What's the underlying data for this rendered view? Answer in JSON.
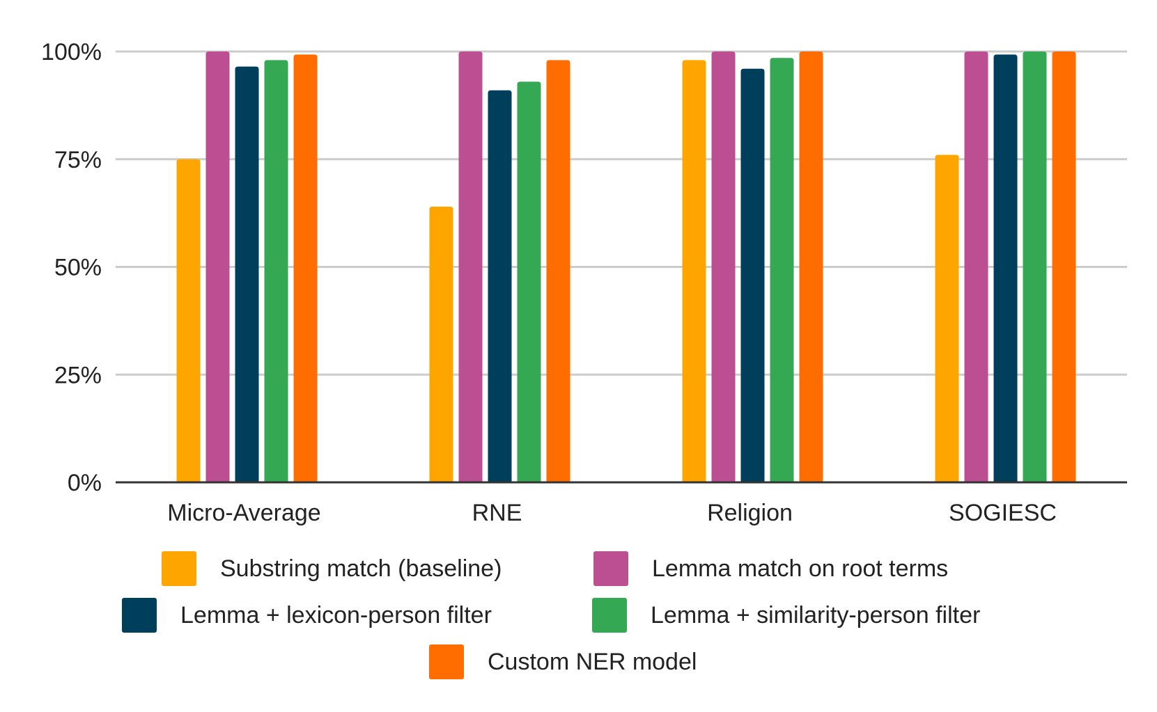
{
  "chart_data": {
    "type": "bar",
    "categories": [
      "Micro-Average",
      "RNE",
      "Religion",
      "SOGIESC"
    ],
    "series": [
      {
        "name": "Substring match (baseline)",
        "color": "#FFA500",
        "values": [
          75,
          64,
          98,
          76
        ]
      },
      {
        "name": "Lemma match on root terms",
        "color": "#BC4F92",
        "values": [
          100,
          100,
          100,
          100
        ]
      },
      {
        "name": "Lemma + lexicon-person filter",
        "color": "#003F5C",
        "values": [
          96.5,
          91,
          96,
          99.3
        ]
      },
      {
        "name": "Lemma + similarity-person filter",
        "color": "#35A853",
        "values": [
          98,
          93,
          98.5,
          100
        ]
      },
      {
        "name": "Custom NER model",
        "color": "#FF6D00",
        "values": [
          99.3,
          98,
          100,
          100
        ]
      }
    ],
    "yticks": [
      "0%",
      "25%",
      "50%",
      "75%",
      "100%"
    ],
    "ylim": [
      0,
      100
    ],
    "grid": true,
    "legend_position": "bottom"
  }
}
